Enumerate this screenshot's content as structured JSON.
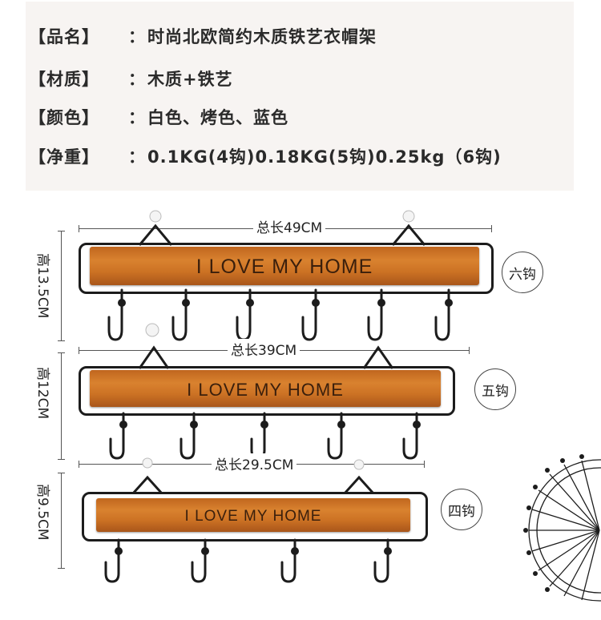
{
  "specs": [
    {
      "label": "【品名】",
      "sep": "：",
      "value": "时尚北欧简约木质铁艺衣帽架"
    },
    {
      "label": "【材质】",
      "sep": "：",
      "value": "木质+铁艺"
    },
    {
      "label": "【颜色】",
      "sep": "：",
      "value": "白色、烤色、蓝色"
    },
    {
      "label": "【净重】",
      "sep": "：",
      "value": "0.1KG(4钩)0.18KG(5钩)0.25kg（6钩)"
    }
  ],
  "products": [
    {
      "length_label": "总长49CM",
      "height_label": "高13.5CM",
      "board_text": "I LOVE MY HOME",
      "hooks_label": "六钩",
      "hooks": 6
    },
    {
      "length_label": "总长39CM",
      "height_label": "高12CM",
      "board_text": "I LOVE MY HOME",
      "hooks_label": "五钩",
      "hooks": 5
    },
    {
      "length_label": "总长29.5CM",
      "height_label": "高9.5CM",
      "board_text": "I LOVE MY HOME",
      "hooks_label": "四钩",
      "hooks": 4
    }
  ],
  "colors": {
    "wood": "#cc7224",
    "metal": "#1c1c1c",
    "panel": "#f7f4f2"
  },
  "decor": {
    "wheel": "ferris-wheel-icon"
  }
}
